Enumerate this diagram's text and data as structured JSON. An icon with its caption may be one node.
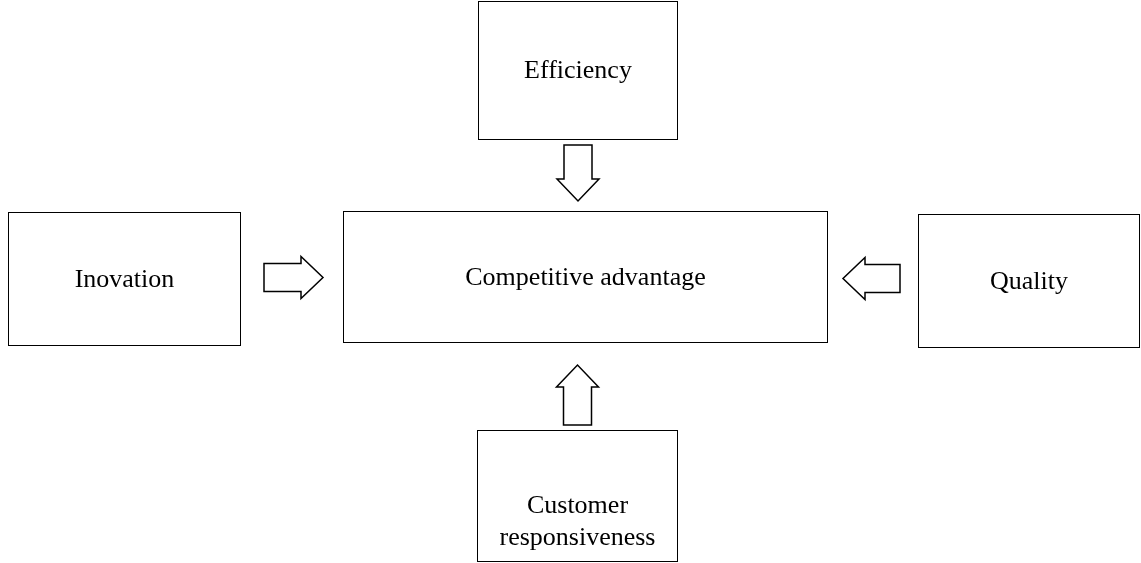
{
  "diagram": {
    "nodes": [
      {
        "text": [
          "Efficiency"
        ]
      },
      {
        "text": [
          "Inovation"
        ]
      },
      {
        "text": [
          "Competitive advantage"
        ]
      },
      {
        "text": [
          "Quality"
        ]
      },
      {
        "text": [
          "Customer responsiveness"
        ]
      }
    ],
    "edges": [
      {
        "from": 0,
        "to": 2,
        "arrow": "to"
      },
      {
        "from": 1,
        "to": 2,
        "arrow": "to"
      },
      {
        "from": 3,
        "to": 2,
        "arrow": "to"
      },
      {
        "from": 4,
        "to": 2,
        "arrow": "to"
      }
    ]
  }
}
